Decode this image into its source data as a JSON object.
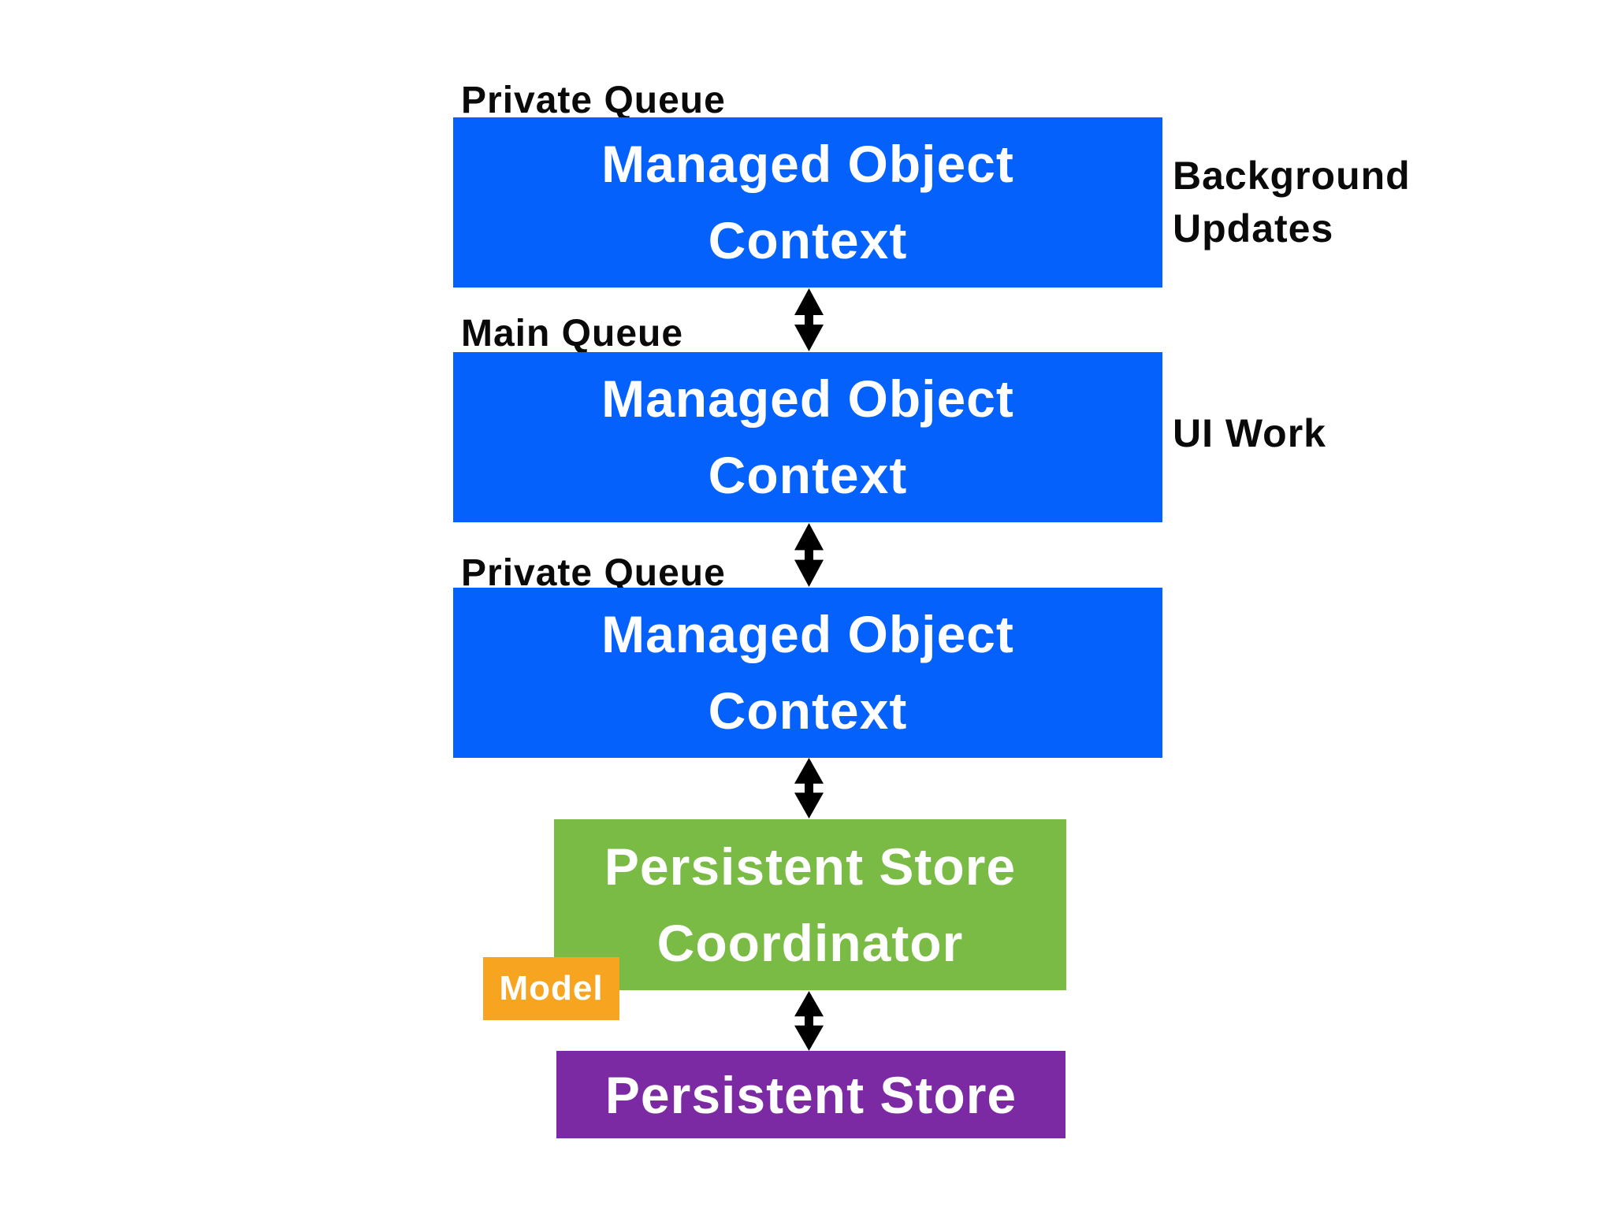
{
  "colors": {
    "background": "#ffffff",
    "blue": "#0561fc",
    "green": "#7abb45",
    "orange": "#f7a521",
    "purple": "#7c2aa3",
    "label_text": "#0a0a0a",
    "box_text": "#ffffff",
    "arrow": "#000000"
  },
  "diagram": {
    "nodes": {
      "moc1": {
        "queue_label": "Private Queue",
        "lines": [
          "Managed Object",
          "Context"
        ]
      },
      "moc2": {
        "queue_label": "Main Queue",
        "lines": [
          "Managed Object",
          "Context"
        ]
      },
      "moc3": {
        "queue_label": "Private Queue",
        "lines": [
          "Managed Object",
          "Context"
        ]
      },
      "coordinator": {
        "lines": [
          "Persistent Store",
          "Coordinator"
        ]
      },
      "store": {
        "lines": [
          "Persistent Store"
        ]
      }
    },
    "annotations": {
      "background_updates": {
        "lines": [
          "Background",
          "Updates"
        ]
      },
      "ui_work": {
        "lines": [
          "UI Work"
        ]
      }
    },
    "model_badge": {
      "label": "Model"
    }
  }
}
